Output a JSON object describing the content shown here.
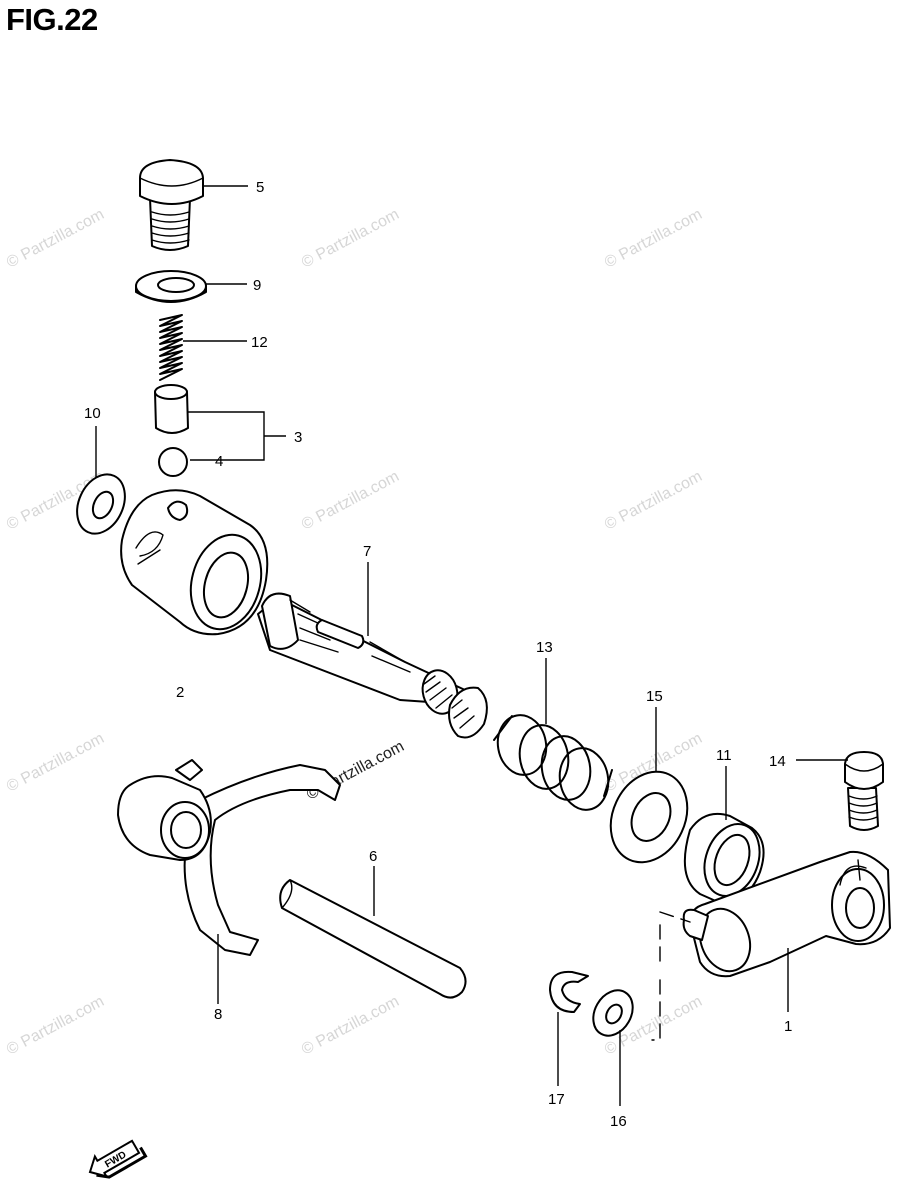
{
  "figure": {
    "title": "FIG.22"
  },
  "watermark": {
    "text": "© Partzilla.com"
  },
  "direction_marker": {
    "label": "FWD"
  },
  "callouts": {
    "c1": "1",
    "c2": "2",
    "c3": "3",
    "c4": "4",
    "c5": "5",
    "c6": "6",
    "c7": "7",
    "c8": "8",
    "c9": "9",
    "c10": "10",
    "c11": "11",
    "c12": "12",
    "c13": "13",
    "c14": "14",
    "c15": "15",
    "c16": "16",
    "c17": "17"
  }
}
